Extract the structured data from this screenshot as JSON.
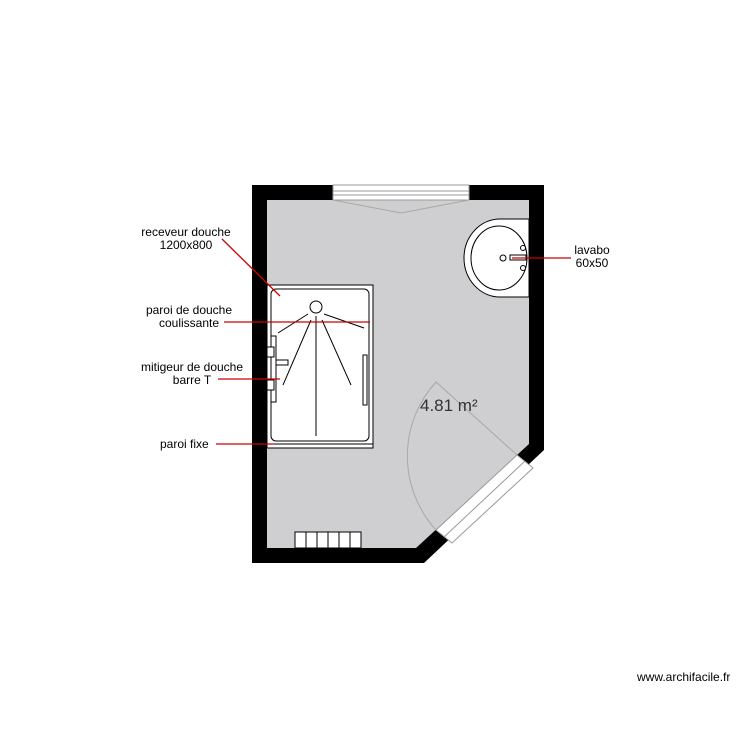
{
  "room": {
    "area_label": "4.81 m²",
    "floor_color": "#cfcfd1",
    "wall_color": "#000000",
    "leader_color": "#cc0000"
  },
  "labels": {
    "receveur_line1": "receveur douche",
    "receveur_line2": "1200x800",
    "paroi_coulissante_line1": "paroi de douche",
    "paroi_coulissante_line2": "coulissante",
    "mitigeur_line1": "mitigeur de douche",
    "mitigeur_line2": "barre T",
    "paroi_fixe": "paroi fixe",
    "lavabo_line1": "lavabo",
    "lavabo_line2": "60x50"
  },
  "credit": "www.archifacile.fr"
}
